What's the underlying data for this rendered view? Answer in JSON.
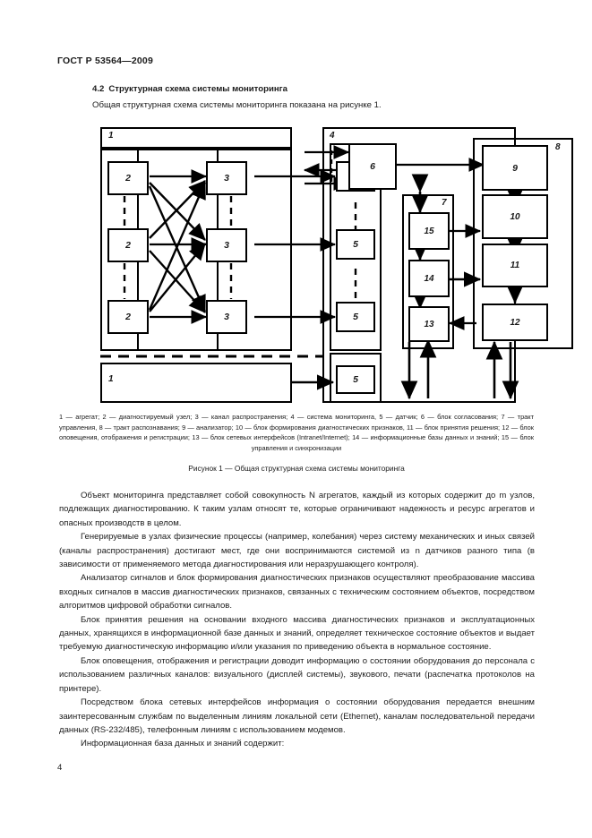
{
  "document": {
    "header": "ГОСТ Р 53564—2009",
    "page_number": "4"
  },
  "section": {
    "number": "4.2",
    "title": "Структурная схема системы мониторинга",
    "lead": "Общая структурная схема системы мониторинга показана на рисунке 1."
  },
  "figure": {
    "caption": "Рисунок 1 — Общая структурная схема системы мониторинга",
    "legend": "1 — агрегат; 2 — диагностируемый узел; 3 — канал распространения; 4 — система мониторинга, 5 — датчик; 6 — блок согласования; 7 — тракт управления, 8 — тракт распознавания; 9 — анализатор; 10 — блок формирования диагностических признаков, 11 — блок принятия решения; 12 — блок оповещения, отображения и регистрации; 13 — блок сетевых интерфейсов (Intranet/Internet); 14 — информационные базы данных и знаний; 15 — блок управления и синхронизации",
    "frames": [
      {
        "label": "1",
        "name": "frame-aggregate-1"
      },
      {
        "label": "1",
        "name": "frame-aggregate-2"
      },
      {
        "label": "4",
        "name": "frame-monitoring-system"
      },
      {
        "label": "7",
        "name": "frame-control-path"
      },
      {
        "label": "8",
        "name": "frame-recognition-path"
      }
    ],
    "blocks": [
      {
        "label": "2",
        "name": "block-node-1"
      },
      {
        "label": "2",
        "name": "block-node-2"
      },
      {
        "label": "2",
        "name": "block-node-3"
      },
      {
        "label": "3",
        "name": "block-channel-1"
      },
      {
        "label": "3",
        "name": "block-channel-2"
      },
      {
        "label": "3",
        "name": "block-channel-3"
      },
      {
        "label": "5",
        "name": "block-sensor-1"
      },
      {
        "label": "5",
        "name": "block-sensor-2"
      },
      {
        "label": "5",
        "name": "block-sensor-3"
      },
      {
        "label": "5",
        "name": "block-sensor-4"
      },
      {
        "label": "6",
        "name": "block-matching"
      },
      {
        "label": "9",
        "name": "block-analyzer"
      },
      {
        "label": "10",
        "name": "block-feature-forming"
      },
      {
        "label": "11",
        "name": "block-decision"
      },
      {
        "label": "12",
        "name": "block-notification"
      },
      {
        "label": "13",
        "name": "block-network-interfaces"
      },
      {
        "label": "14",
        "name": "block-databases"
      },
      {
        "label": "15",
        "name": "block-control-sync"
      }
    ]
  },
  "paragraphs": [
    "Объект мониторинга представляет собой совокупность N агрегатов, каждый из которых содержит до m узлов, подлежащих диагностированию. К таким узлам относят те, которые ограничивают надежность и ресурс агрегатов и опасных производств в целом.",
    "Генерируемые в узлах физические процессы (например, колебания) через систему механических и иных связей (каналы распространения) достигают мест, где они воспринимаются системой из n датчиков разного типа (в зависимости от применяемого метода диагностирования или неразрушающего контроля).",
    "Анализатор сигналов и блок формирования диагностических признаков осуществляют преобразование массива входных сигналов в массив диагностических признаков, связанных с техническим состоянием объектов, посредством алгоритмов цифровой обработки сигналов.",
    "Блок принятия решения на основании входного массива диагностических признаков и эксплуатационных данных, хранящихся в информационной базе данных и знаний, определяет техническое состояние объектов и выдает требуемую диагностическую информацию и/или указания по приведению объекта в нормальное состояние.",
    "Блок оповещения, отображения и регистрации доводит информацию о состоянии оборудования до персонала с использованием различных каналов: визуального (дисплей системы), звукового, печати (распечатка протоколов на принтере).",
    "Посредством блока сетевых интерфейсов информация о состоянии оборудования передается внешним заинтересованным службам по выделенным линиям локальной сети (Ethernet), каналам последовательной передачи данных (RS-232/485), телефонным линиям с использованием модемов.",
    "Информационная база данных и знаний содержит:"
  ],
  "colors": {
    "ink": "#1a1a1a",
    "line": "#000000",
    "paper": "#ffffff"
  }
}
